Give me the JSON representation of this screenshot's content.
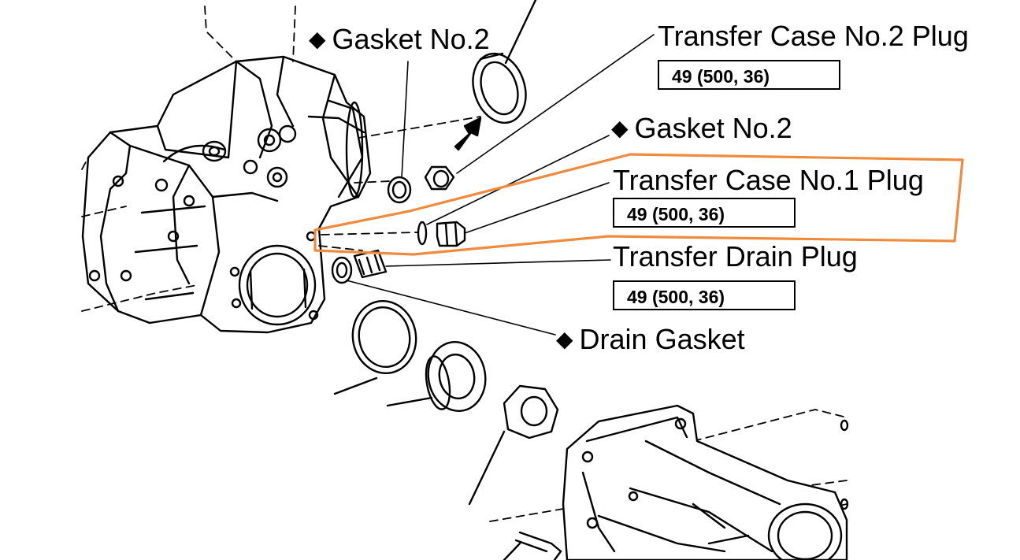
{
  "labels": {
    "gasket_top": {
      "marker": "◆",
      "text": "Gasket No.2"
    },
    "plug_no2": {
      "text": "Transfer Case No.2 Plug",
      "torque": "49 (500, 36)"
    },
    "gasket_mid": {
      "marker": "◆",
      "text": "Gasket No.2"
    },
    "plug_no1": {
      "text": "Transfer Case No.1 Plug",
      "torque": "49 (500, 36)"
    },
    "drain_plug": {
      "text": "Transfer Drain Plug",
      "torque": "49 (500, 36)"
    },
    "drain_gasket": {
      "marker": "◆",
      "text": "Drain Gasket"
    }
  },
  "colors": {
    "highlight": "#f08a3c",
    "line": "#000000",
    "background": "#ffffff"
  }
}
